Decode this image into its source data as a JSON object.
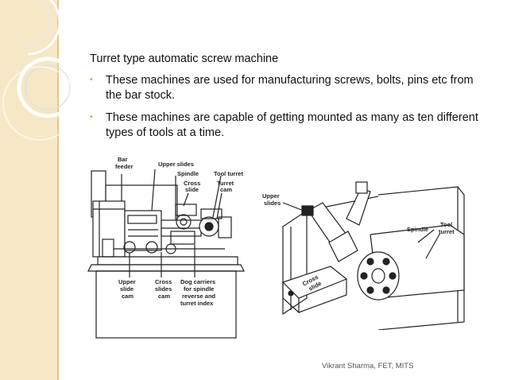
{
  "slide": {
    "title": "Turret type automatic screw machine",
    "bullets": [
      "These machines are used for manufacturing screws, bolts, pins etc from the bar stock.",
      "These machines are capable of getting mounted as many as ten different types of tools at a time."
    ],
    "footer": "Vikrant Sharma, FET, MITS"
  },
  "figure_left": {
    "labels": {
      "bar_feeder_1": "Bar",
      "bar_feeder_2": "feeder",
      "upper_slides": "Upper slides",
      "spindle": "Spindle",
      "tool_turret": "Tool turret",
      "cross_slide_1": "Cross",
      "cross_slide_2": "slide",
      "turret_cam_1": "Turret",
      "turret_cam_2": "cam",
      "upper_slide_cam_1": "Upper",
      "upper_slide_cam_2": "slide",
      "upper_slide_cam_3": "cam",
      "cross_slides_cam_1": "Cross",
      "cross_slides_cam_2": "slides",
      "cross_slides_cam_3": "cam",
      "dog_carriers_1": "Dog carriers",
      "dog_carriers_2": "for spindle",
      "dog_carriers_3": "reverse and",
      "dog_carriers_4": "turret index"
    }
  },
  "figure_right": {
    "labels": {
      "upper_slides_1": "Upper",
      "upper_slides_2": "slides",
      "spindle": "Spindle",
      "tool_turret_1": "Tool",
      "tool_turret_2": "turret",
      "cross_slide_1": "Cross",
      "cross_slide_2": "slide"
    }
  },
  "colors": {
    "strip": "#f6e7c6",
    "strip_edge": "#e6c989",
    "bullet": "#c9a04a"
  }
}
